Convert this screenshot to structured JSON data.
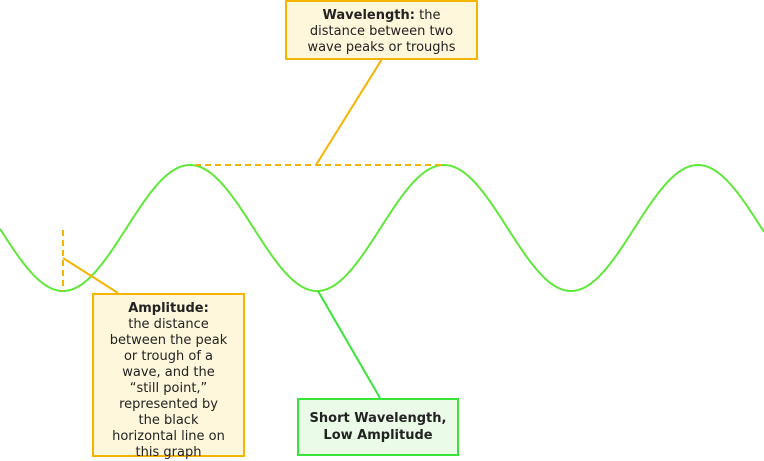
{
  "callouts": {
    "wavelength": {
      "term": "Wavelength:",
      "text": " the distance between two wave peaks or troughs"
    },
    "amplitude": {
      "term": "Amplitude:",
      "text": "the distance between the peak or trough of a wave, and the “still point,” represented by the black horizontal line on this graph"
    },
    "short_wave": {
      "text": "Short Wavelength, Low Amplitude"
    }
  },
  "colors": {
    "wave": "#5fe83a",
    "guide": "#f4b400",
    "callout_fill": "#fff7db",
    "short_fill": "#eafbe8",
    "short_border": "#39e539"
  }
}
